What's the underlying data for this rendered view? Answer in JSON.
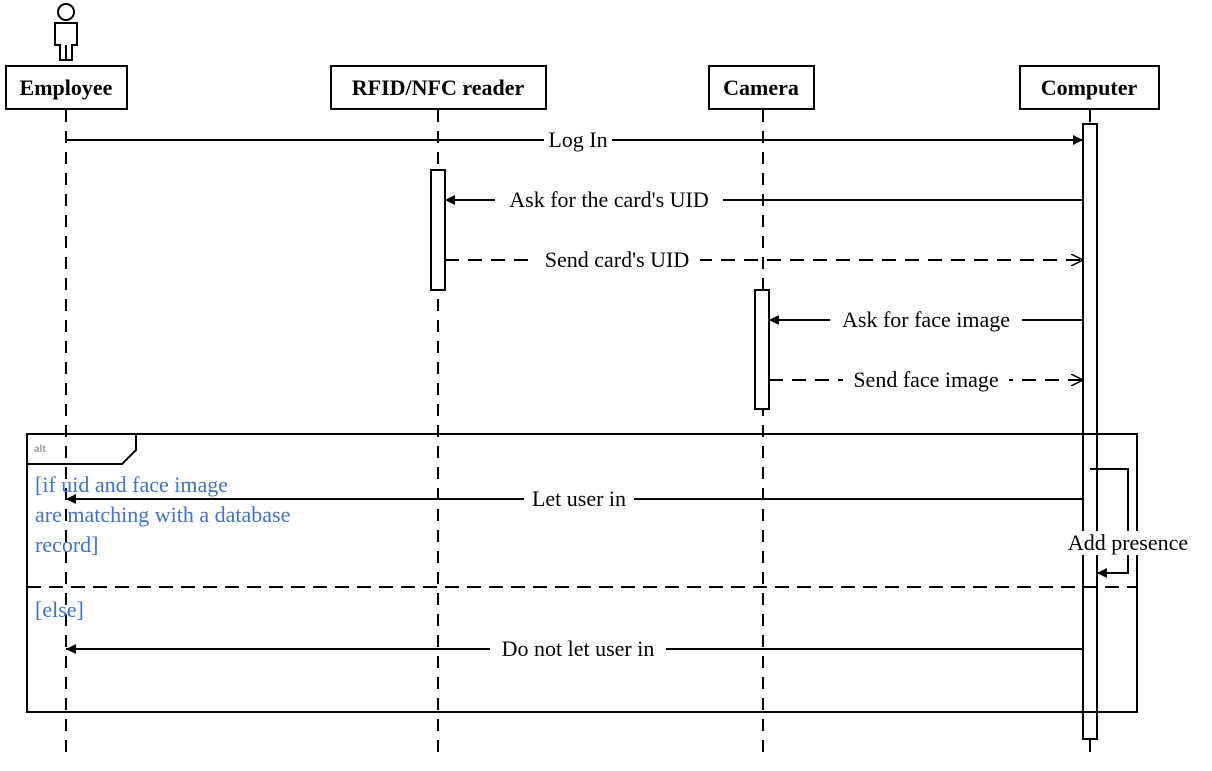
{
  "participants": [
    {
      "id": "employee",
      "label": "Employee",
      "actor": true
    },
    {
      "id": "reader",
      "label": "RFID/NFC reader"
    },
    {
      "id": "camera",
      "label": "Camera"
    },
    {
      "id": "computer",
      "label": "Computer"
    }
  ],
  "messages": [
    {
      "id": "login",
      "label": "Log In",
      "from": "employee",
      "to": "computer",
      "style": "solid"
    },
    {
      "id": "ask-uid",
      "label": "Ask for the card's UID",
      "from": "computer",
      "to": "reader",
      "style": "solid"
    },
    {
      "id": "send-uid",
      "label": "Send card's UID",
      "from": "reader",
      "to": "computer",
      "style": "dashed"
    },
    {
      "id": "ask-face",
      "label": "Ask for face image",
      "from": "computer",
      "to": "camera",
      "style": "solid"
    },
    {
      "id": "send-face",
      "label": "Send face image",
      "from": "camera",
      "to": "computer",
      "style": "dashed"
    },
    {
      "id": "let-in",
      "label": "Let user in",
      "from": "computer",
      "to": "employee",
      "style": "solid"
    },
    {
      "id": "add-presence",
      "label": "Add presence",
      "from": "computer",
      "to": "computer",
      "style": "self"
    },
    {
      "id": "deny",
      "label": "Do not let user in",
      "from": "computer",
      "to": "employee",
      "style": "solid"
    }
  ],
  "fragment": {
    "operator": "alt",
    "guards": [
      [
        "[if uid and face image",
        "are matching with a database",
        "record]"
      ],
      [
        "[else]"
      ]
    ]
  },
  "colors": {
    "line": "#000000",
    "guard": "#4472c4",
    "tag": "#999999"
  }
}
